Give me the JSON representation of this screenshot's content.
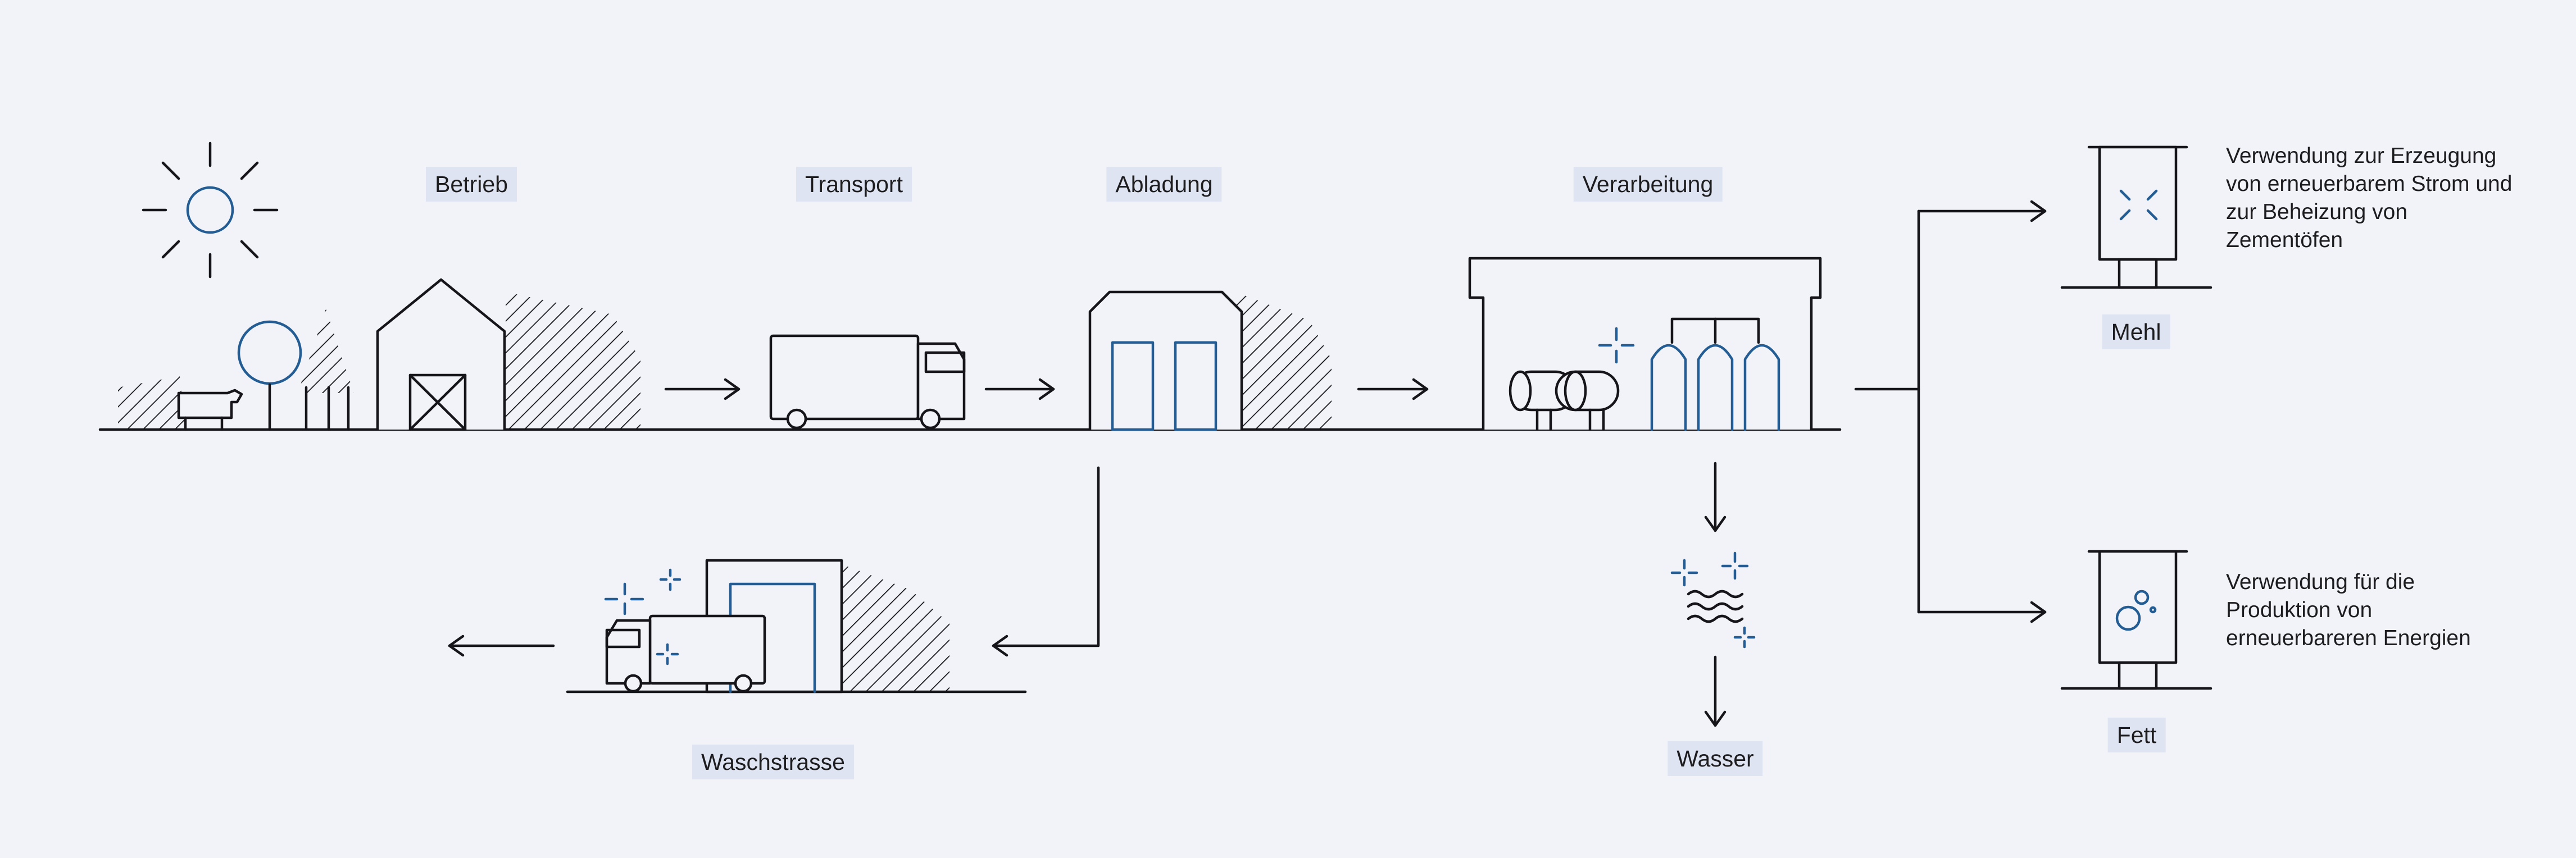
{
  "steps": {
    "betrieb": "Betrieb",
    "transport": "Transport",
    "abladung": "Abladung",
    "verarbeitung": "Verarbeitung",
    "waschstrasse": "Waschstrasse",
    "wasser": "Wasser",
    "mehl": "Mehl",
    "fett": "Fett"
  },
  "outputs": {
    "mehl_usage": "Verwendung zur Erzeugung von erneuerbarem Strom und zur Beheizung von Zementöfen",
    "fett_usage": "Verwendung für die Produktion von erneuerbareren Energien"
  },
  "colors": {
    "background": "#f2f3f9",
    "line": "#16161a",
    "accent_blue": "#235d93",
    "label_fill": "#dfe4f2"
  }
}
